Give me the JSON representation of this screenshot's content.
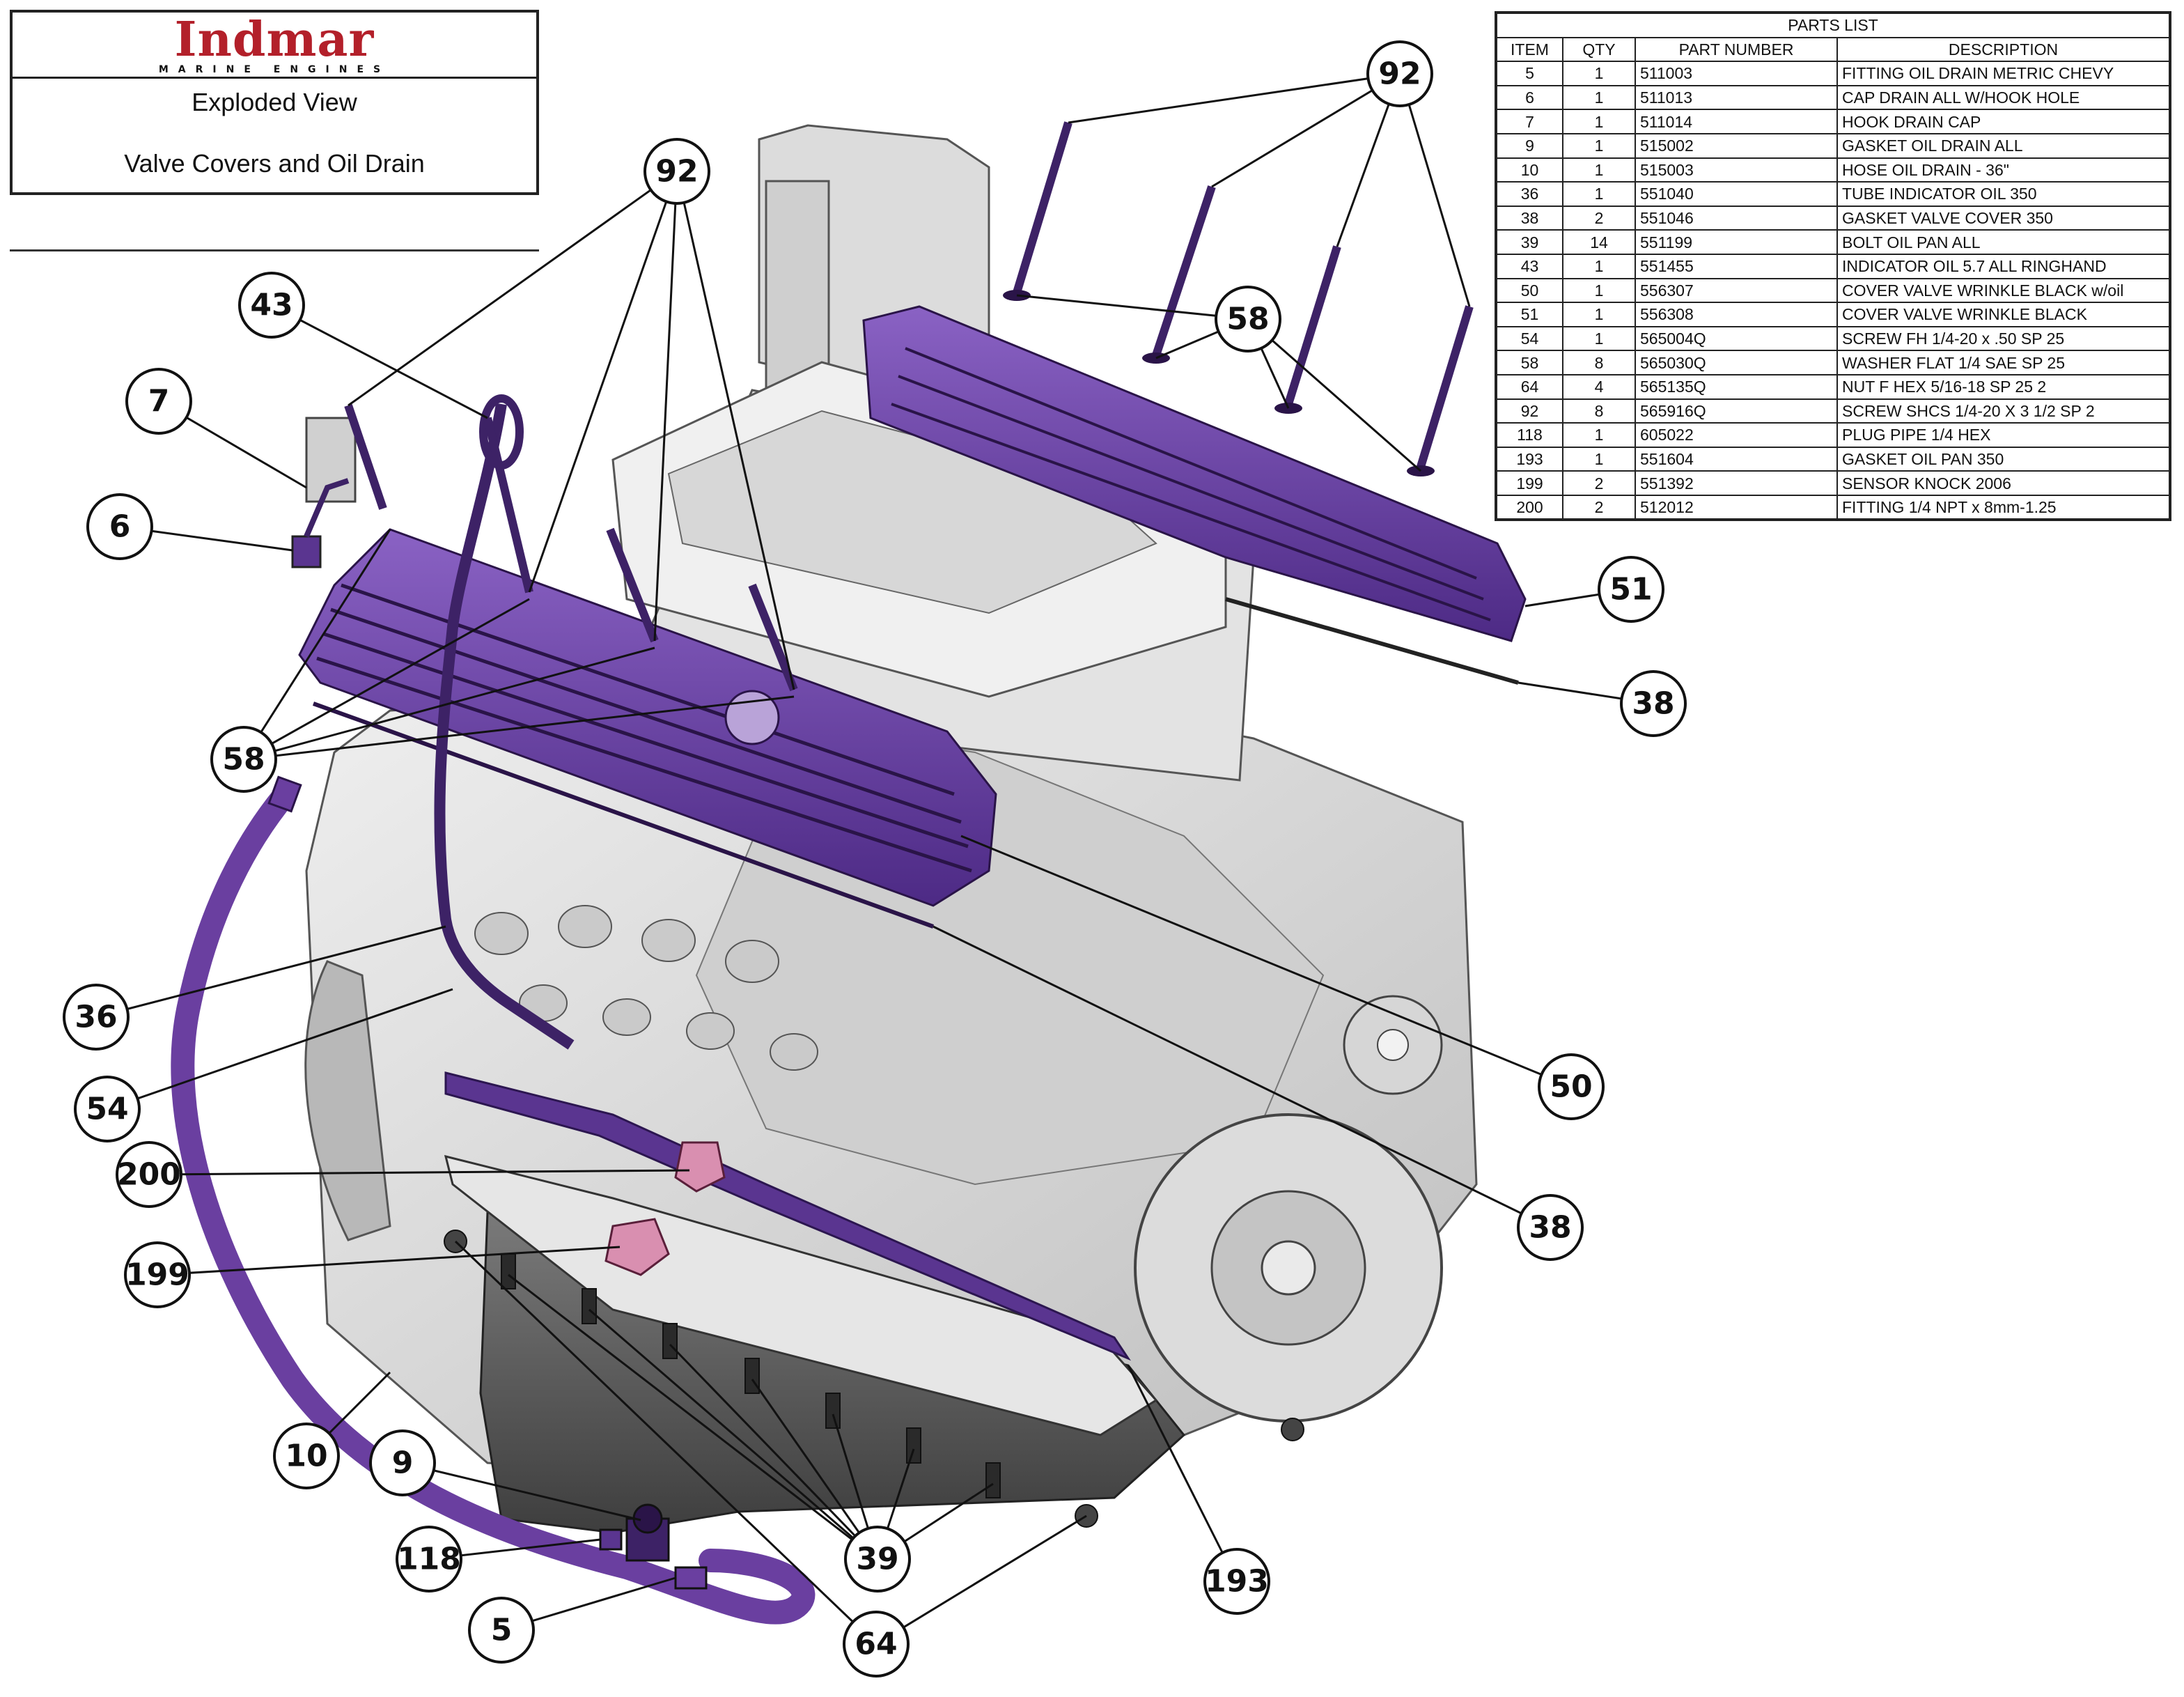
{
  "title_block": {
    "logo_main": "Indmar",
    "logo_sub": "MARINE ENGINES",
    "line1": "Exploded View",
    "line2": "Valve Covers and Oil Drain"
  },
  "parts_list": {
    "title": "PARTS LIST",
    "headers": [
      "ITEM",
      "QTY",
      "PART NUMBER",
      "DESCRIPTION"
    ],
    "rows": [
      [
        "5",
        "1",
        "511003",
        "FITTING OIL DRAIN METRIC CHEVY"
      ],
      [
        "6",
        "1",
        "511013",
        "CAP DRAIN ALL W/HOOK HOLE"
      ],
      [
        "7",
        "1",
        "511014",
        "HOOK DRAIN CAP"
      ],
      [
        "9",
        "1",
        "515002",
        "GASKET OIL DRAIN ALL"
      ],
      [
        "10",
        "1",
        "515003",
        "HOSE OIL DRAIN - 36\""
      ],
      [
        "36",
        "1",
        "551040",
        "TUBE INDICATOR OIL 350"
      ],
      [
        "38",
        "2",
        "551046",
        "GASKET VALVE COVER 350"
      ],
      [
        "39",
        "14",
        "551199",
        "BOLT OIL PAN ALL"
      ],
      [
        "43",
        "1",
        "551455",
        "INDICATOR OIL 5.7 ALL RINGHAND"
      ],
      [
        "50",
        "1",
        "556307",
        "COVER VALVE WRINKLE BLACK w/oil"
      ],
      [
        "51",
        "1",
        "556308",
        "COVER VALVE WRINKLE BLACK"
      ],
      [
        "54",
        "1",
        "565004Q",
        "SCREW FH 1/4-20 x .50 SP 25"
      ],
      [
        "58",
        "8",
        "565030Q",
        "WASHER FLAT 1/4 SAE SP 25"
      ],
      [
        "64",
        "4",
        "565135Q",
        "NUT F HEX 5/16-18 SP 25 2"
      ],
      [
        "92",
        "8",
        "565916Q",
        "SCREW SHCS 1/4-20 X 3 1/2 SP 2"
      ],
      [
        "118",
        "1",
        "605022",
        "PLUG PIPE 1/4 HEX"
      ],
      [
        "193",
        "1",
        "551604",
        "GASKET OIL PAN 350"
      ],
      [
        "199",
        "2",
        "551392",
        "SENSOR KNOCK 2006"
      ],
      [
        "200",
        "2",
        "512012",
        "FITTING 1/4 NPT x 8mm-1.25"
      ]
    ]
  },
  "callouts": [
    "92",
    "92",
    "43",
    "7",
    "6",
    "58",
    "58",
    "51",
    "38",
    "36",
    "54",
    "200",
    "199",
    "10",
    "9",
    "118",
    "5",
    "39",
    "64",
    "193",
    "50",
    "38"
  ],
  "colors": {
    "highlight_purple": "#6a3fa0",
    "highlight_dark": "#3d1f66",
    "knock_sensor_pink": "#d98fb0",
    "engine_gray": "#d9d9d9",
    "oil_pan_dark": "#5a5a5a",
    "logo_red": "#b3202a"
  }
}
